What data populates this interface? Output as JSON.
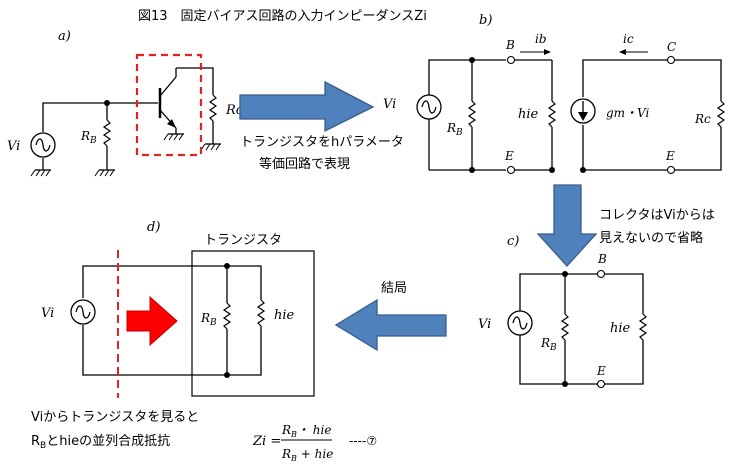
{
  "title": "図13　固定バイアス回路の入力インピーダンスZi",
  "panels": {
    "a": {
      "label": "a)",
      "vi": "Vi",
      "rb_main": "R",
      "rb_sub": "B",
      "rc": "Rc"
    },
    "b": {
      "label": "b)",
      "vi": "Vi",
      "rb_main": "R",
      "rb_sub": "B",
      "hie": "hie",
      "node_b": "B",
      "node_e_left": "E",
      "node_c": "C",
      "node_e_right": "E",
      "ib": "ib",
      "ic": "ic",
      "gm": "gm・Vi",
      "rc": "Rc"
    },
    "c": {
      "label": "c)",
      "vi": "Vi",
      "rb_main": "R",
      "rb_sub": "B",
      "hie": "hie",
      "node_b": "B",
      "node_e": "E"
    },
    "d": {
      "label": "d)",
      "box_label": "トランジスタ",
      "vi": "Vi",
      "rb_main": "R",
      "rb_sub": "B",
      "hie": "hie"
    }
  },
  "annotations": {
    "arrow1_line1": "トランジスタをhパラメータ",
    "arrow1_line2": "等価回路で表現",
    "arrow2_line1": "コレクタはViからは",
    "arrow2_line2": "見えないので省略",
    "arrow3": "結局",
    "bottom_line1": "Viからトランジスタを見ると",
    "bottom_line2_main": "R",
    "bottom_line2_sub": "B",
    "bottom_line2_rest": "とhieの並列合成抵抗"
  },
  "formula": {
    "lhs": "Zi =",
    "num_main": "R",
    "num_sub": "B",
    "num_rest": "・ hie",
    "den_main": "R",
    "den_sub": "B",
    "den_rest": " + hie",
    "ref": "----⑦"
  },
  "colors": {
    "arrow_blue": "#4f81bd",
    "arrow_blue_stroke": "#385d8a",
    "dashed_red": "#e52222",
    "arrow_red": "#ff0000",
    "wire": "#000000"
  }
}
